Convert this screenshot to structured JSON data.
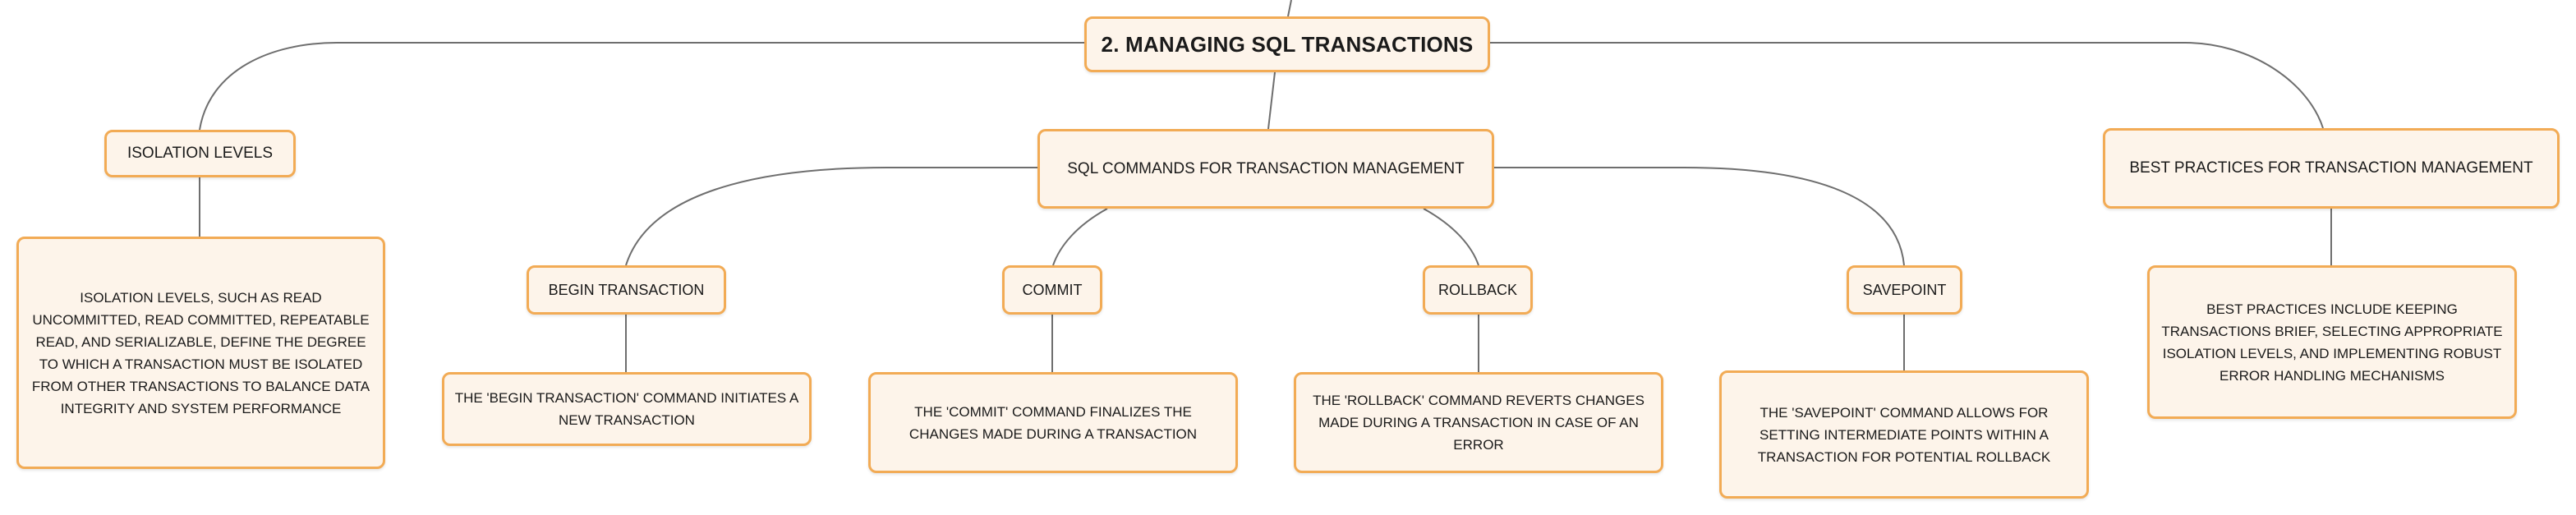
{
  "diagram": {
    "root": {
      "label": "2. MANAGING SQL TRANSACTIONS"
    },
    "branches": {
      "isolation_levels": {
        "label": "ISOLATION LEVELS",
        "description": "ISOLATION LEVELS, SUCH AS READ UNCOMMITTED, READ COMMITTED, REPEATABLE READ, AND SERIALIZABLE, DEFINE THE DEGREE TO WHICH A TRANSACTION MUST BE ISOLATED FROM OTHER TRANSACTIONS TO BALANCE DATA INTEGRITY AND SYSTEM PERFORMANCE"
      },
      "sql_commands": {
        "label": "SQL COMMANDS FOR TRANSACTION MANAGEMENT",
        "children": [
          {
            "label": "BEGIN TRANSACTION",
            "description": "THE 'BEGIN TRANSACTION' COMMAND INITIATES A NEW TRANSACTION"
          },
          {
            "label": "COMMIT",
            "description": "THE 'COMMIT' COMMAND FINALIZES THE CHANGES MADE DURING A TRANSACTION"
          },
          {
            "label": "ROLLBACK",
            "description": "THE 'ROLLBACK' COMMAND REVERTS CHANGES MADE DURING A TRANSACTION IN CASE OF AN ERROR"
          },
          {
            "label": "SAVEPOINT",
            "description": "THE 'SAVEPOINT' COMMAND ALLOWS FOR SETTING INTERMEDIATE POINTS WITHIN A TRANSACTION FOR POTENTIAL ROLLBACK"
          }
        ]
      },
      "best_practices": {
        "label": "BEST PRACTICES FOR TRANSACTION MANAGEMENT",
        "description": "BEST PRACTICES INCLUDE KEEPING TRANSACTIONS BRIEF, SELECTING APPROPRIATE ISOLATION LEVELS, AND IMPLEMENTING ROBUST ERROR HANDLING MECHANISMS"
      }
    }
  },
  "colors": {
    "node_fill": "#fdf4ea",
    "node_border": "#f2ab55",
    "connector": "#6e6e6e"
  }
}
